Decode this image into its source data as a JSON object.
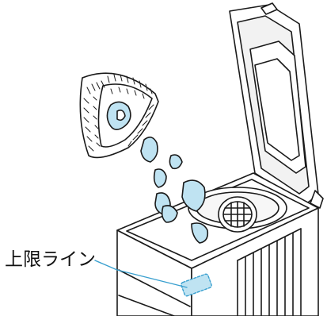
{
  "callout": {
    "label": "上限ライン"
  },
  "colors": {
    "outline": "#1a1a1a",
    "highlight_fill": "#bfe3f2",
    "highlight_stroke": "#3aa0cf",
    "leader_line": "#3aa0cf",
    "body_fill": "#ffffff",
    "lid_inner_shade": "#f2f2f2"
  },
  "objects": {
    "filter_cup": "mesh-filter-icon",
    "lint": "lint-pieces",
    "appliance": "washing-machine-illustration"
  }
}
